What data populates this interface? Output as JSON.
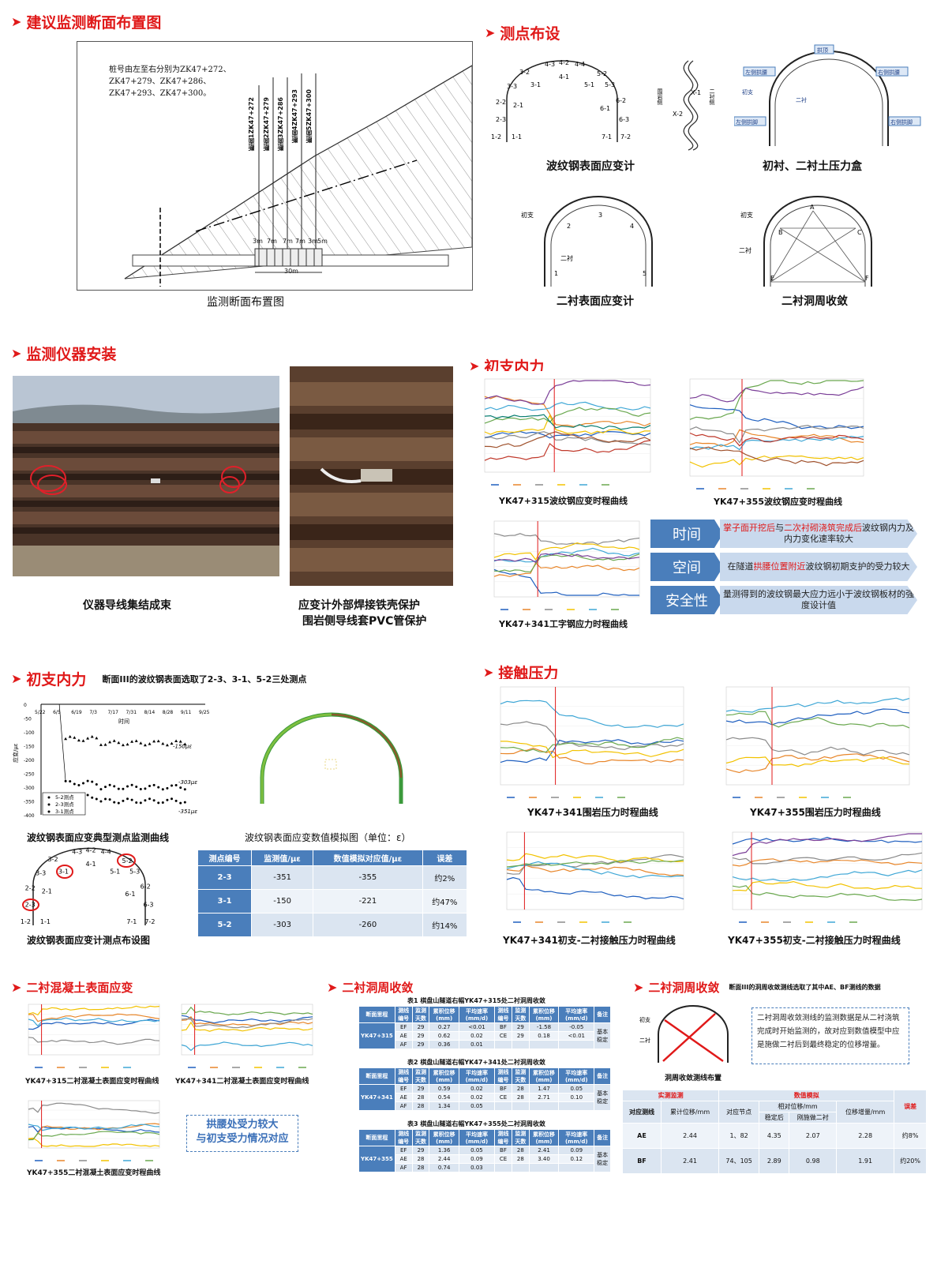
{
  "sections": {
    "s1": "建议监测断面布置图",
    "s2": "测点布设",
    "s3": "监测仪器安装",
    "s4": "初支内力",
    "s5": "初支内力",
    "s5_sub": "断面III的波纹钢表面选取了2-3、3-1、5-2三处测点",
    "s6": "接触压力",
    "s7": "二衬混凝土表面应变",
    "s8": "二衬洞周收敛",
    "s9": "二衬洞周收敛",
    "s9_sub": "断面III的洞周收敛测线选取了其中AE、BF测线的数据"
  },
  "layout_fig": {
    "note_lines": [
      "桩号由左至右分别为ZK47+272、",
      "ZK47+279、ZK47+286、",
      "ZK47+293、ZK47+300。"
    ],
    "sections": [
      "断面1ZK47+272",
      "断面2ZK47+279",
      "断面3ZK47+286",
      "断面4ZK47+293",
      "断面5ZK47+300"
    ],
    "dims": [
      "3m",
      "7m",
      "7m",
      "7m",
      "3m",
      "5m"
    ],
    "length": "30m",
    "caption": "监测断面布置图"
  },
  "measure_points": {
    "corr_caption": "波纹钢表面应变计",
    "corr_labels": [
      "4-3",
      "4-2",
      "4-4",
      "3-2",
      "4-1",
      "5-2",
      "3-3",
      "3-1",
      "5-1",
      "5-3",
      "2-2",
      "2-1",
      "6-1",
      "6-2",
      "2-3",
      "6-3",
      "1-2",
      "1-1",
      "7-1",
      "7-2"
    ],
    "wave_labels": [
      "X-1",
      "X-2",
      "围岩侧",
      "二衬侧"
    ],
    "box_caption": "初衬、二衬土压力盒",
    "box_labels": [
      "拱顶",
      "左侧拱腰",
      "右侧拱腰",
      "初支",
      "二衬",
      "左侧拱脚",
      "右侧拱脚"
    ],
    "lining_caption": "二衬表面应变计",
    "lining_labels": [
      "初支",
      "二衬",
      "1",
      "2",
      "3",
      "4",
      "5"
    ],
    "conv_caption": "二衬洞周收敛",
    "conv_labels": [
      "初支",
      "二衬",
      "A",
      "B",
      "C",
      "E",
      "F"
    ]
  },
  "install": {
    "cap1": "仪器导线集结成束",
    "cap2a": "应变计外部焊接铁壳保护",
    "cap2b": "围岩侧导线套PVC管保护"
  },
  "charts_a": {
    "c1": "YK47+315波纹钢应变时程曲线",
    "c2": "YK47+355波纹钢应变时程曲线",
    "c3": "YK47+341工字钢应力时程曲线"
  },
  "findings": [
    {
      "key": "时间",
      "pre": "掌子面开挖后",
      "mid": "与",
      "hl": "二次衬砌浇筑完成后",
      "post": "波纹钢内力及内力变化速率较大"
    },
    {
      "key": "空间",
      "pre": "在隧道",
      "hl": "拱腰位置附近",
      "post": "波纹钢初期支护的受力较大"
    },
    {
      "key": "安全性",
      "text": "量测得到的波纹钢最大应力远小于波纹钢板材的强度设计值"
    }
  ],
  "strain_curve": {
    "caption": "波纹钢表面应变典型测点监测曲线",
    "x_ticks": [
      "5/22",
      "6/5",
      "6/19",
      "7/3",
      "7/17",
      "7/31",
      "8/14",
      "8/28",
      "9/11",
      "9/25"
    ],
    "x_label": "时间",
    "y_label": "应变/με",
    "y_ticks": [
      "0",
      "-50",
      "-100",
      "-150",
      "-200",
      "-250",
      "-300",
      "-350",
      "-400"
    ],
    "legend": [
      "5-2测点",
      "2-3测点",
      "3-1测点"
    ],
    "annot": [
      "-150με",
      "-303με",
      "-351με"
    ]
  },
  "sim_caption": "波纹钢表面应变数值模拟图（单位：ε）",
  "sim_table": {
    "headers": [
      "测点编号",
      "监测值/με",
      "数值模拟对应值/με",
      "误差"
    ],
    "rows": [
      [
        "2-3",
        "-351",
        "-355",
        "约2%"
      ],
      [
        "3-1",
        "-150",
        "-221",
        "约47%"
      ],
      [
        "5-2",
        "-303",
        "-260",
        "约14%"
      ]
    ]
  },
  "layout_caption2": "波纹钢表面应变计测点布设图",
  "charts_b": {
    "c1": "YK47+341围岩压力时程曲线",
    "c2": "YK47+355围岩压力时程曲线",
    "c3": "YK47+341初支-二衬接触压力时程曲线",
    "c4": "YK47+355初支-二衬接触压力时程曲线"
  },
  "charts_c": {
    "c1": "YK47+315二衬混凝土表面应变时程曲线",
    "c2": "YK47+341二衬混凝土表面应变时程曲线",
    "c3": "YK47+355二衬混凝土表面应变时程曲线",
    "note": [
      "拱腰处受力较大",
      "与初支受力情况对应"
    ]
  },
  "conv_tables": [
    {
      "title": "表1  棋盘山隧道右幅YK47+315处二衬洞周收敛",
      "section": "YK47+315",
      "rows": [
        [
          "EF",
          "29",
          "0.27",
          "<0.01",
          "BF",
          "29",
          "-1.58",
          "-0.05"
        ],
        [
          "AE",
          "29",
          "0.62",
          "0.02",
          "CE",
          "29",
          "0.18",
          "<0.01"
        ],
        [
          "AF",
          "29",
          "0.36",
          "0.01",
          "",
          "",
          "",
          ""
        ]
      ]
    },
    {
      "title": "表2  棋盘山隧道右幅YK47+341处二衬洞周收敛",
      "section": "YK47+341",
      "rows": [
        [
          "EF",
          "29",
          "0.59",
          "0.02",
          "BF",
          "28",
          "1.47",
          "0.05"
        ],
        [
          "AE",
          "28",
          "0.54",
          "0.02",
          "CE",
          "28",
          "2.71",
          "0.10"
        ],
        [
          "AF",
          "28",
          "1.34",
          "0.05",
          "",
          "",
          "",
          ""
        ]
      ]
    },
    {
      "title": "表3  棋盘山隧道右幅YK47+355处二衬洞周收敛",
      "section": "YK47+355",
      "rows": [
        [
          "EF",
          "29",
          "1.36",
          "0.05",
          "BF",
          "28",
          "2.41",
          "0.09"
        ],
        [
          "AE",
          "28",
          "2.44",
          "0.09",
          "CE",
          "28",
          "3.40",
          "0.12"
        ],
        [
          "AF",
          "28",
          "0.74",
          "0.03",
          "",
          "",
          "",
          ""
        ]
      ]
    }
  ],
  "conv_headers": [
    "断面里程",
    "测线编号",
    "监测天数",
    "累积位移(mm)",
    "平均速率(mm/d)",
    "测线编号",
    "监测天数",
    "累积位移(mm)",
    "平均速率(mm/d)",
    "备注"
  ],
  "conv_remark": "基本稳定",
  "conv_layout": {
    "caption": "洞周收敛测线布置",
    "labels": [
      "初支",
      "二衬"
    ],
    "note": "二衬洞周收敛测线的监测数据是从二衬浇筑完成时开始监测的，故对应到数值模型中应是施做二衬后到最终稳定的位移增量。"
  },
  "conv_compare": {
    "h_measure": "实测监测",
    "h_sim": "数值模拟",
    "h_err": "误差",
    "sub": [
      "对应测线",
      "累计位移/mm",
      "对应节点",
      "相对位移/mm",
      "位移增量/mm"
    ],
    "sub2": [
      "稳定后",
      "刚施做二衬"
    ],
    "rows": [
      [
        "AE",
        "2.44",
        "1、82",
        "4.35",
        "2.07",
        "2.28",
        "约8%"
      ],
      [
        "BF",
        "2.41",
        "74、105",
        "2.89",
        "0.98",
        "1.91",
        "约20%"
      ]
    ]
  },
  "colors": {
    "accent": "#e01919",
    "blue": "#4a7ebb",
    "lightblue": "#c9d9ed"
  }
}
